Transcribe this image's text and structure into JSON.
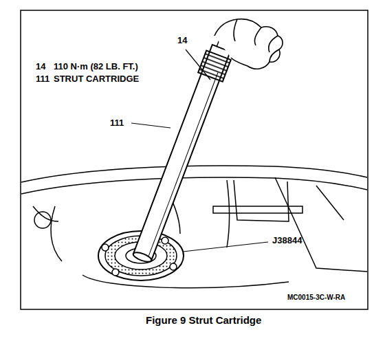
{
  "diagram": {
    "caption": "Figure 9 Strut Cartridge",
    "labels": [
      "14",
      "110 N·m (82 LB. FT.)",
      "111",
      "STRUT CARTRIDGE",
      "14",
      "111",
      "J38844",
      "MC0015-3C-W-RA"
    ]
  }
}
